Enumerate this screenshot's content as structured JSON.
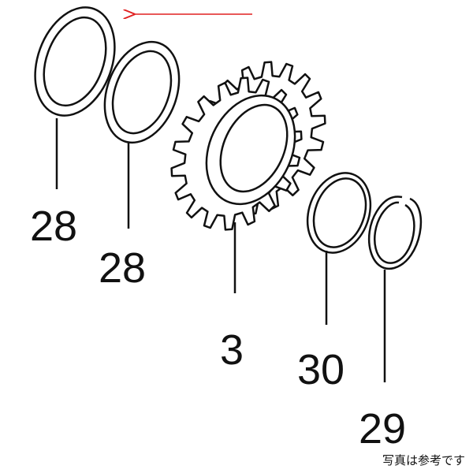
{
  "parts": [
    {
      "id": "washer-1",
      "label": "28"
    },
    {
      "id": "washer-2",
      "label": "28"
    },
    {
      "id": "gear",
      "label": "3"
    },
    {
      "id": "ring",
      "label": "30"
    },
    {
      "id": "circlip",
      "label": "29"
    }
  ],
  "caption": "写真は参考です",
  "colors": {
    "arrow": "#e02020",
    "line": "#111111"
  },
  "gear_teeth": 18
}
